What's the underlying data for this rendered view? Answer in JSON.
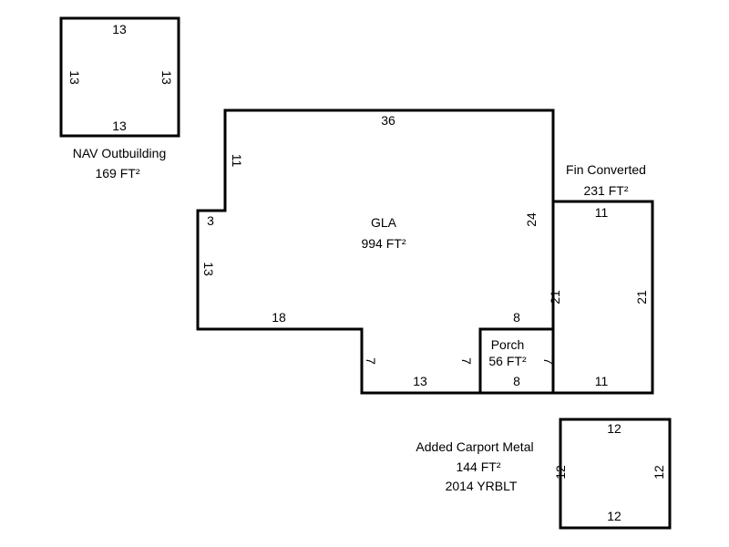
{
  "sketch": {
    "outbuilding": {
      "name": "NAV Outbuilding",
      "area": "169 FT²",
      "dims": {
        "top": "13",
        "bottom": "13",
        "left": "13",
        "right": "13"
      }
    },
    "gla": {
      "name": "GLA",
      "area": "994 FT²",
      "dims": {
        "top": "36",
        "upper_left": "11",
        "notch": "3",
        "lower_left": "13",
        "bottom_left": "18",
        "step_left": "7",
        "bottom_mid": "13",
        "porch_left": "7",
        "porch_top": "8",
        "right": "24"
      }
    },
    "fin_converted": {
      "name": "Fin Converted",
      "area": "231 FT²",
      "dims": {
        "top": "11",
        "left": "21",
        "right": "21",
        "bottom": "11"
      }
    },
    "porch": {
      "name": "Porch",
      "area": "56 FT²",
      "dims": {
        "right": "7",
        "bottom": "8"
      }
    },
    "carport": {
      "name": "Added Carport Metal",
      "area": "144 FT²",
      "year": "2014 YRBLT",
      "dims": {
        "top": "12",
        "bottom": "12",
        "left": "12",
        "right": "12"
      }
    }
  }
}
